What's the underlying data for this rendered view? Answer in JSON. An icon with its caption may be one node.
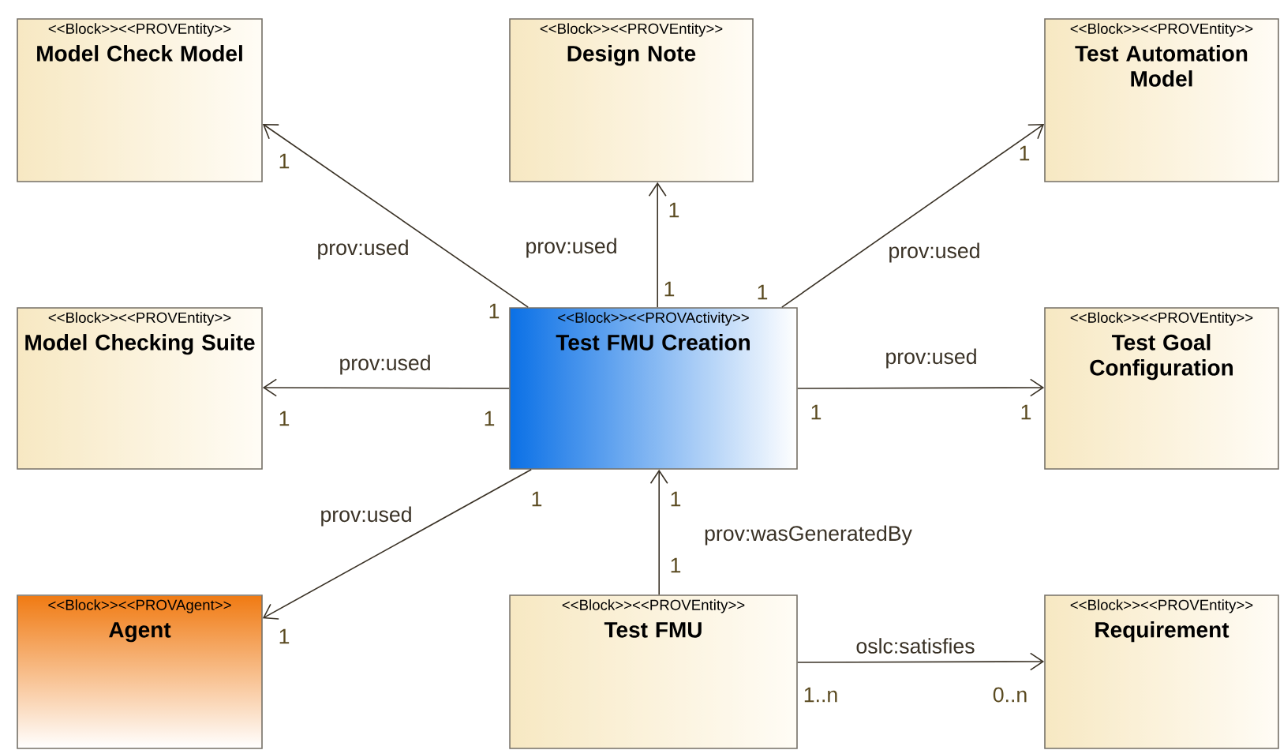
{
  "diagram": {
    "nodes": [
      {
        "text": [
          "<<Block>><<PROVEntity>>",
          "Model Check Model"
        ]
      },
      {
        "text": [
          "<<Block>><<PROVEntity>>",
          "Design Note"
        ]
      },
      {
        "text": [
          "<<Block>><<PROVEntity>>",
          "Test Automation Model"
        ]
      },
      {
        "text": [
          "<<Block>><<PROVEntity>>",
          "Model Checking Suite"
        ]
      },
      {
        "text": [
          "<<Block>><<PROVActivity>>",
          "Test FMU Creation"
        ]
      },
      {
        "text": [
          "<<Block>><<PROVEntity>>",
          "Test Goal Configuration"
        ]
      },
      {
        "text": [
          "<<Block>><<PROVAgent>>",
          "Agent"
        ]
      },
      {
        "text": [
          "<<Block>><<PROVEntity>>",
          "Test FMU"
        ]
      },
      {
        "text": [
          "<<Block>><<PROVEntity>>",
          "Requirement"
        ]
      }
    ],
    "edges": [
      {
        "from": 4,
        "to": 0,
        "arrow": "to",
        "label": "prov:used"
      },
      {
        "from": 4,
        "to": 1,
        "arrow": "to",
        "label": "prov:used"
      },
      {
        "from": 4,
        "to": 2,
        "arrow": "to",
        "label": "prov:used"
      },
      {
        "from": 4,
        "to": 3,
        "arrow": "to",
        "label": "prov:used"
      },
      {
        "from": 4,
        "to": 5,
        "arrow": "to",
        "label": "prov:used"
      },
      {
        "from": 4,
        "to": 6,
        "arrow": "to",
        "label": "prov:used"
      },
      {
        "from": 7,
        "to": 4,
        "arrow": "to",
        "label": "prov:wasGeneratedBy"
      },
      {
        "from": 7,
        "to": 8,
        "arrow": "to",
        "label": "oslc:satisfies"
      }
    ],
    "labels": [
      "1",
      "1",
      "1",
      "1",
      "1",
      "1",
      "1",
      "1",
      "1",
      "1",
      "1",
      "1",
      "1",
      "1",
      "1..n",
      "0..n"
    ]
  }
}
